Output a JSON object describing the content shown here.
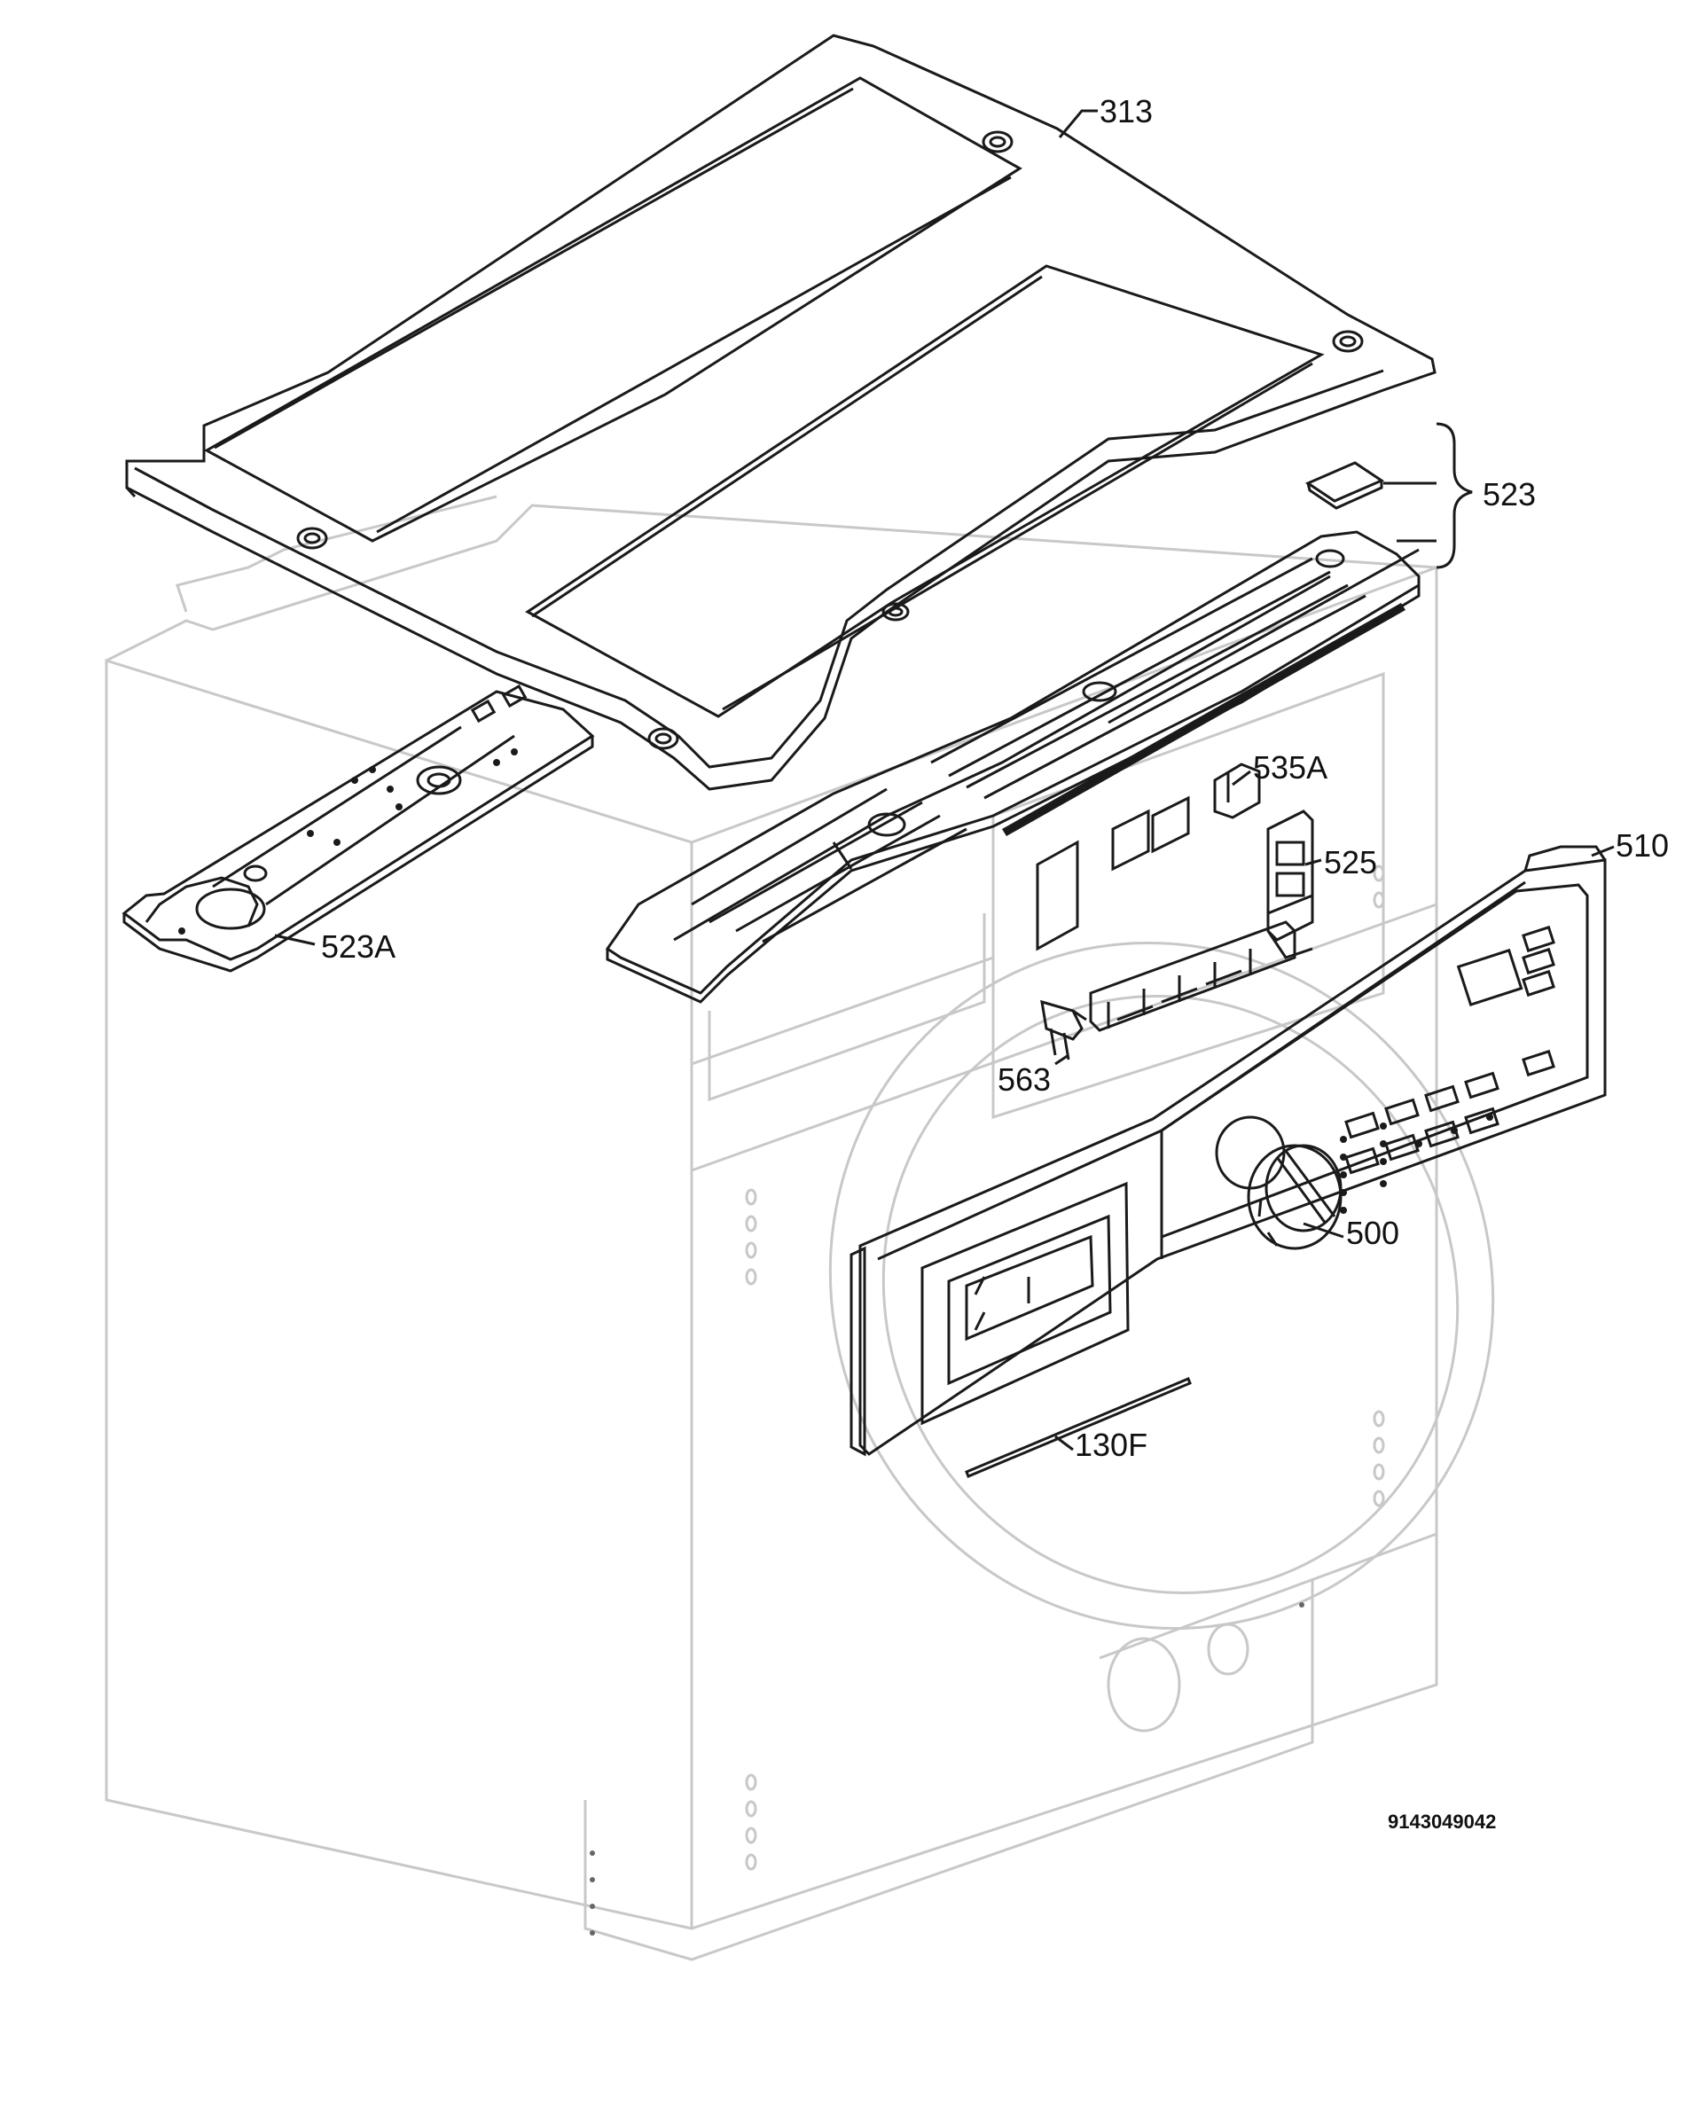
{
  "diagram_code": "9143049042",
  "labels": {
    "p313": "313",
    "p523": "523",
    "p535A": "535A",
    "p525": "525",
    "p510": "510",
    "p523A": "523A",
    "p563": "563",
    "p500": "500",
    "p130F": "130F"
  },
  "colors": {
    "line": "#1a1a1a",
    "ghost": "#c8c8c8"
  }
}
